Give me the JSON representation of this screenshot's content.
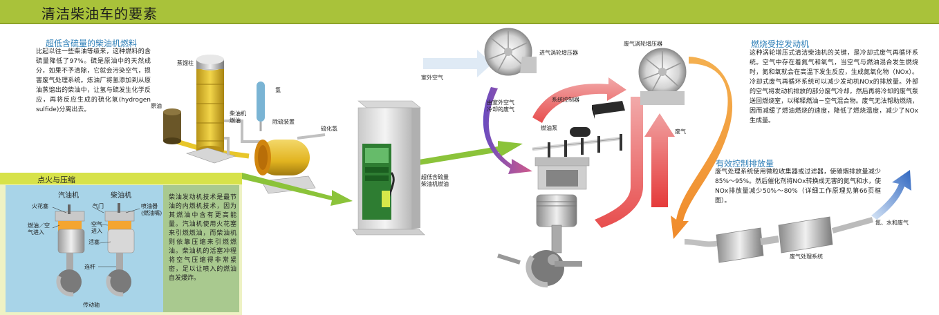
{
  "header": {
    "title": "清洁柴油车的要素"
  },
  "fuel_section": {
    "title": "超低含硫量的柴油机燃料",
    "body": "比起以往一些柴油等级来，这种燃料的含硫量降低了97%。硫是原油中的天然成分，如果不予清除，它就会污染空气，损害废气处理系统。炼油厂将氢添加到从原油蒸馏出的柴油中，让氢与硫发生化学反应，再将反应生成的硫化氢(hydrogen sulfide)分离出去。"
  },
  "refinery_labels": {
    "column": "蒸馏柱",
    "crude": "原油",
    "diesel": "柴油机燃油",
    "hydrogen": "氢",
    "desulfur": "除硫装置",
    "h2s": "硫化氢"
  },
  "pump_label": "超低含硫量柴油机燃油",
  "engine_labels": {
    "intake_turbo": "进气涡轮增压器",
    "exhaust_turbo": "废气涡轮增压器",
    "outside_air": "室外空气",
    "cooled_exhaust": "由室外空气冷却的废气",
    "control_system": "系统控制器",
    "fuel_pump": "燃油泵",
    "exhaust": "废气",
    "treatment": "废气处理系统",
    "output": "氮、水和废气"
  },
  "combustion_section": {
    "title": "燃烧受控发动机",
    "body": "这种涡轮增压式清洁柴油机的关键，是冷却式废气再循环系统。空气中存在着氮气和氧气，当空气与燃油混合发生燃烧时，氮和氧就会在高温下发生反应，生成氮氧化物（NOx）。冷却式废气再循环系统可以减少发动机NOx的排放量。外部的空气将发动机排放的部分废气冷却，然后再将冷却的废气泵送回燃烧室，以稀释燃油－空气混合物。废气无法帮助燃烧，因而减缓了燃油燃烧的速度，降低了燃烧温度，减少了NOx生成量。"
  },
  "emission_section": {
    "title": "有效控制排放量",
    "body": "废气处理系统使用微粒收集器或过滤器，使碳烟排放量减少85%～95%。然后催化剂将NOx转换成无害的氮气和水，使NOx排放量减少50%～80%（详细工作原理见第66页框图）。"
  },
  "ignition_section": {
    "title": "点火与压缩",
    "gas_engine": "汽油机",
    "diesel_engine": "柴油机",
    "labels": {
      "spark_plug": "火花塞",
      "valve": "气门",
      "injector": "喷油器(燃油嘴)",
      "fuel_air_in": "燃油／空气进入",
      "air_in": "空气进入",
      "piston": "活塞",
      "rod": "连杆",
      "crankshaft": "传动轴"
    },
    "body": "柴油发动机技术是最节油的内燃机技术，因为其燃油中含有更高能量。汽油机使用火花塞来引燃燃油，而柴油机则依靠压缩来引燃燃油。柴油机的活塞冲程将空气压缩得非常紧密，足以让喷入的燃油自发爆炸。"
  },
  "colors": {
    "header_bg": "#a9c23a",
    "title_blue": "#2e7fb8",
    "green_arrow": "#8bc33a",
    "yellow_fuel": "#e8c62a",
    "hot_exhaust": "#e04040",
    "cool_exhaust": "#7a5cc0",
    "orange_exhaust": "#f0a040",
    "blue_output": "#3a6fc0"
  }
}
